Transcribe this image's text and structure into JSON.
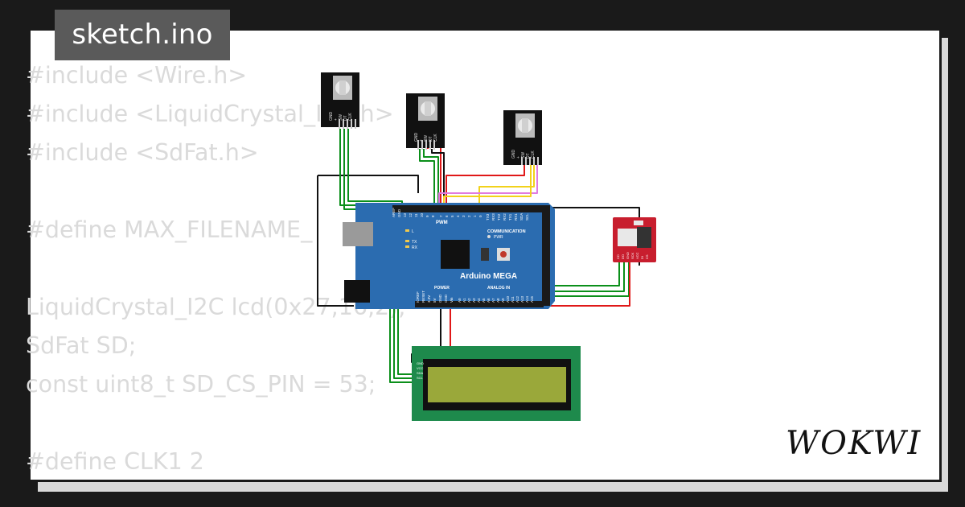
{
  "title": "sketch.ino",
  "code_lines": [
    "#include <Wire.h>",
    "#include <LiquidCrystal_I2C.h>",
    "#include <SdFat.h>",
    "",
    "#define MAX_FILENAME_",
    "",
    "LiquidCrystal_I2C lcd(0x27,16,2);",
    "SdFat SD;",
    "const uint8_t SD_CS_PIN = 53;",
    "",
    "#define CLK1 2"
  ],
  "board": {
    "name": "Arduino MEGA",
    "pwm_label": "PWM",
    "communication_label": "COMMUNICATION",
    "power_label": "POWER",
    "analog_label": "ANALOG IN",
    "pwr_label": "PWR",
    "led_labels": [
      "L",
      "TX",
      "RX"
    ],
    "header_labels": [
      "AREF",
      "GND",
      "13",
      "12",
      "11",
      "10",
      "9",
      "8",
      "7",
      "6",
      "5",
      "4",
      "3",
      "2",
      "1",
      "0",
      "TX3",
      "RX3",
      "TX2",
      "RX2",
      "TX1",
      "RX1",
      "SDA",
      "SCL"
    ],
    "power_pins": [
      "IOREF",
      "RESET",
      "3.3V",
      "5V",
      "GND",
      "GND",
      "Vin"
    ],
    "analog_pins": [
      "A0",
      "A1",
      "A2",
      "A3",
      "A4",
      "A5",
      "A6",
      "A7",
      "A8",
      "A9",
      "A10",
      "A11",
      "A12",
      "A13",
      "A14",
      "A15"
    ]
  },
  "encoder_pins": [
    "GND",
    "+",
    "SW",
    "DT",
    "CLK"
  ],
  "sd_pins": [
    "CD",
    "DO",
    "GND",
    "SCK",
    "VCC",
    "DI",
    "CS"
  ],
  "lcd_pins": [
    "GND",
    "VCC",
    "SDA",
    "SCL"
  ],
  "brand": "WOKWI",
  "colors": {
    "page_bg": "#1a1a1a",
    "card_bg": "#ffffff",
    "code_text": "#dadada",
    "title_bg": "#5a5a5a",
    "board_blue": "#2b6cb0",
    "lcd_green": "#1e8a4c",
    "lcd_screen": "#9aa83a",
    "sd_red": "#c81e2e",
    "wire_green": "#0b8f1a",
    "wire_red": "#e01818",
    "wire_black": "#111111",
    "wire_yellow": "#f2d21b",
    "wire_violet": "#e07ae0"
  }
}
